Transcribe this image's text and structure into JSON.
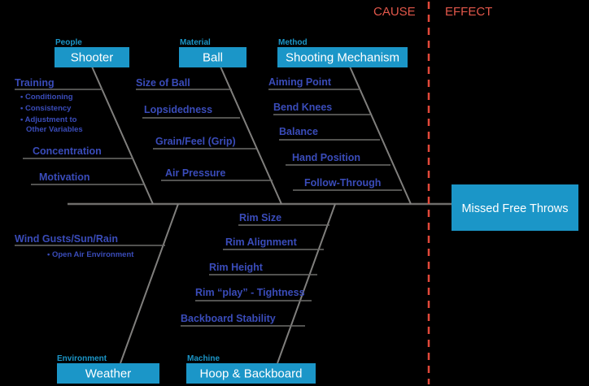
{
  "diagram": {
    "type": "fishbone-ishikawa",
    "background_color": "#000000",
    "box_color": "#1b96c8",
    "cause_text_color": "#3a4cba",
    "tag_text_color": "#1b96c8",
    "divider_color": "#e2483a",
    "bone_color": "#7f7e7c"
  },
  "zones": {
    "cause_label": "CAUSE",
    "effect_label": "EFFECT"
  },
  "effect": {
    "label": "Missed Free Throws"
  },
  "categories": [
    {
      "id": "people",
      "tag": "People",
      "title": "Shooter",
      "causes": [
        {
          "label": "Training"
        },
        {
          "label": "Concentration"
        },
        {
          "label": "Motivation"
        }
      ],
      "sub_causes": [
        "Conditioning",
        "Consistency",
        "Adjustment to",
        "Other Variables"
      ]
    },
    {
      "id": "material",
      "tag": "Material",
      "title": "Ball",
      "causes": [
        {
          "label": "Size of Ball"
        },
        {
          "label": "Lopsidedness"
        },
        {
          "label": "Grain/Feel (Grip)"
        },
        {
          "label": "Air Pressure"
        }
      ],
      "sub_causes": []
    },
    {
      "id": "method",
      "tag": "Method",
      "title": "Shooting Mechanism",
      "causes": [
        {
          "label": "Aiming Point"
        },
        {
          "label": "Bend Knees"
        },
        {
          "label": "Balance"
        },
        {
          "label": "Hand Position"
        },
        {
          "label": "Follow-Through"
        }
      ],
      "sub_causes": []
    },
    {
      "id": "environment",
      "tag": "Environment",
      "title": "Weather",
      "causes": [
        {
          "label": "Wind Gusts/Sun/Rain"
        }
      ],
      "sub_causes": [
        "Open Air Environment"
      ]
    },
    {
      "id": "machine",
      "tag": "Machine",
      "title": "Hoop & Backboard",
      "causes": [
        {
          "label": "Rim Size"
        },
        {
          "label": "Rim Alignment"
        },
        {
          "label": "Rim Height"
        },
        {
          "label": "Rim “play” - Tightness"
        },
        {
          "label": "Backboard Stability"
        }
      ],
      "sub_causes": []
    }
  ]
}
